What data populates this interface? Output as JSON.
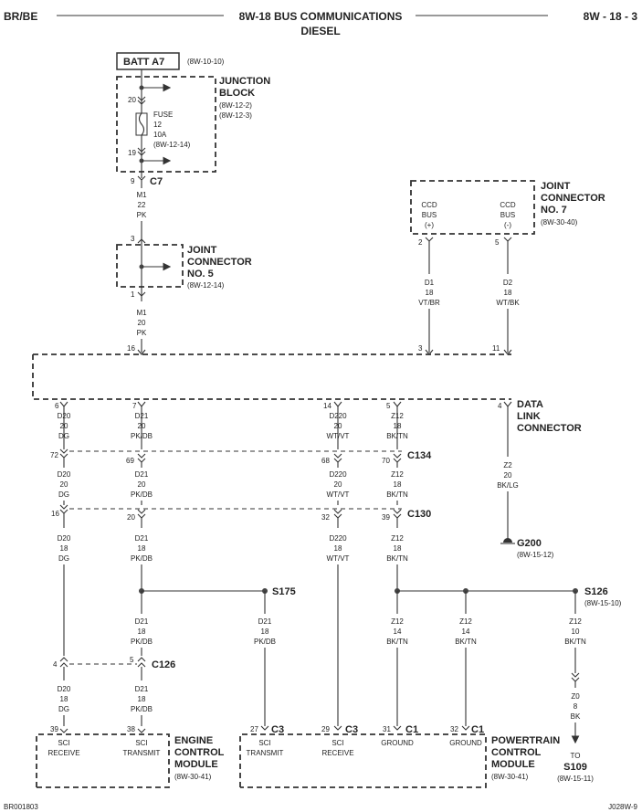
{
  "header": {
    "left": "BR/BE",
    "center": "8W-18 BUS COMMUNICATIONS",
    "center2": "DIESEL",
    "right": "8W - 18 - 3"
  },
  "footer": {
    "left": "BR001803",
    "right": "J028W-9"
  },
  "batt": {
    "label": "BATT A7",
    "ref": "(8W-10-10)"
  },
  "jb": {
    "title1": "JUNCTION",
    "title2": "BLOCK",
    "ref1": "(8W-12-2)",
    "ref2": "(8W-12-3)",
    "pin_top": "20",
    "pin_bot": "19",
    "fuse1": "FUSE",
    "fuse2": "12",
    "fuse3": "10A",
    "fuse4": "(8W-12-14)"
  },
  "c7": {
    "pin": "9",
    "label": "C7"
  },
  "wire_m1a": {
    "l1": "M1",
    "l2": "22",
    "l3": "PK"
  },
  "jc5": {
    "title1": "JOINT",
    "title2": "CONNECTOR",
    "title3": "NO. 5",
    "ref": "(8W-12-14)",
    "pin_top": "3",
    "pin_bot": "1"
  },
  "wire_m1b": {
    "l1": "M1",
    "l2": "20",
    "l3": "PK"
  },
  "jc7": {
    "title1": "JOINT",
    "title2": "CONNECTOR",
    "title3": "NO. 7",
    "ref": "(8W-30-40)",
    "a1": "CCD",
    "a2": "BUS",
    "a3": "(+)",
    "b1": "CCD",
    "b2": "BUS",
    "b3": "(-)",
    "pin_a": "2",
    "pin_b": "5"
  },
  "wire_d1": {
    "l1": "D1",
    "l2": "18",
    "l3": "VT/BR"
  },
  "wire_d2": {
    "l1": "D2",
    "l2": "18",
    "l3": "WT/BK"
  },
  "dlc": {
    "title1": "DATA",
    "title2": "LINK",
    "title3": "CONNECTOR",
    "pins": [
      "16",
      "3",
      "11",
      "6",
      "7",
      "14",
      "5",
      "4"
    ]
  },
  "wires_row1": [
    {
      "l1": "D20",
      "l2": "20",
      "l3": "DG"
    },
    {
      "l1": "D21",
      "l2": "20",
      "l3": "PK/DB"
    },
    {
      "l1": "D220",
      "l2": "20",
      "l3": "WT/VT"
    },
    {
      "l1": "Z12",
      "l2": "18",
      "l3": "BK/TN"
    }
  ],
  "c134": {
    "label": "C134",
    "pins": [
      "72",
      "69",
      "68",
      "70"
    ]
  },
  "wires_row2": [
    {
      "l1": "D20",
      "l2": "20",
      "l3": "DG"
    },
    {
      "l1": "D21",
      "l2": "20",
      "l3": "PK/DB"
    },
    {
      "l1": "D220",
      "l2": "20",
      "l3": "WT/VT"
    },
    {
      "l1": "Z12",
      "l2": "18",
      "l3": "BK/TN"
    }
  ],
  "c130": {
    "label": "C130",
    "pins": [
      "16",
      "20",
      "32",
      "39"
    ]
  },
  "wires_row3": [
    {
      "l1": "D20",
      "l2": "18",
      "l3": "DG"
    },
    {
      "l1": "D21",
      "l2": "18",
      "l3": "PK/DB"
    },
    {
      "l1": "D220",
      "l2": "18",
      "l3": "WT/VT"
    },
    {
      "l1": "Z12",
      "l2": "18",
      "l3": "BK/TN"
    }
  ],
  "wire_z2": {
    "l1": "Z2",
    "l2": "20",
    "l3": "BK/LG"
  },
  "g200": {
    "label": "G200",
    "ref": "(8W-15-12)"
  },
  "s175": {
    "label": "S175"
  },
  "s126": {
    "label": "S126",
    "ref": "(8W-15-10)"
  },
  "wires_row4": [
    {
      "l1": "D21",
      "l2": "18",
      "l3": "PK/DB"
    },
    {
      "l1": "D21",
      "l2": "18",
      "l3": "PK/DB"
    },
    {
      "l1": "Z12",
      "l2": "14",
      "l3": "BK/TN"
    },
    {
      "l1": "Z12",
      "l2": "14",
      "l3": "BK/TN"
    },
    {
      "l1": "Z12",
      "l2": "10",
      "l3": "BK/TN"
    }
  ],
  "c126": {
    "label": "C126",
    "pins": [
      "4",
      "5"
    ]
  },
  "wires_row5": [
    {
      "l1": "D20",
      "l2": "18",
      "l3": "DG"
    },
    {
      "l1": "D21",
      "l2": "18",
      "l3": "PK/DB"
    },
    {
      "l1": "Z0",
      "l2": "8",
      "l3": "BK"
    }
  ],
  "ecm": {
    "title1": "ENGINE",
    "title2": "CONTROL",
    "title3": "MODULE",
    "ref": "(8W-30-41)",
    "pin_a": "39",
    "pin_b": "38",
    "a1": "SCI",
    "a2": "RECEIVE",
    "b1": "SCI",
    "b2": "TRANSMIT"
  },
  "pcm": {
    "title1": "POWERTRAIN",
    "title2": "CONTROL",
    "title3": "MODULE",
    "ref": "(8W-30-41)",
    "pins": [
      "27",
      "29",
      "31",
      "32"
    ],
    "conns": [
      "C3",
      "C3",
      "C1",
      "C1"
    ],
    "t1a": "SCI",
    "t1b": "TRANSMIT",
    "t2a": "SCI",
    "t2b": "RECEIVE",
    "t3": "GROUND",
    "t4": "GROUND"
  },
  "s109": {
    "to": "TO",
    "label": "S109",
    "ref": "(8W-15-11)"
  }
}
